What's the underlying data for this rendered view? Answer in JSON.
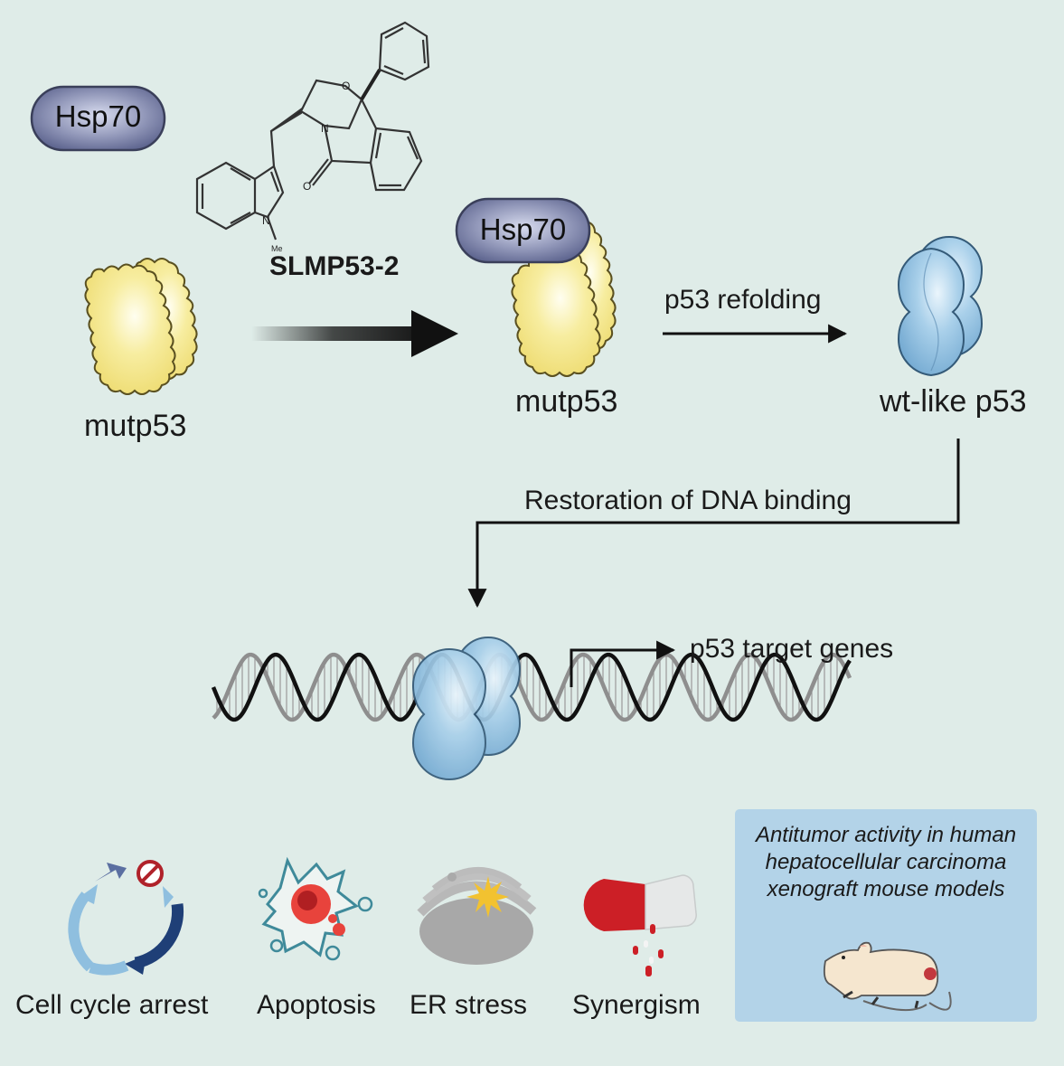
{
  "title": "SLMP53-2 mechanism graphical abstract",
  "colors": {
    "background": "#dfece8",
    "hsp70_fill": "#7d84a8",
    "mutp53_fill": "#f3e690",
    "wt_p53_fill": "#9cc8e4",
    "arrow": "#111111",
    "xenograft_box": "#b3d3e8",
    "cycle_light": "#8fbfdf",
    "cycle_dark": "#1f3f77",
    "apoptosis_red": "#e8433c",
    "pill_red": "#cc1f26"
  },
  "top": {
    "hsp70_free": "Hsp70",
    "compound_name": "SLMP53-2",
    "compound_substituent_labels": [
      "O",
      "N",
      "N",
      "O",
      "Me"
    ],
    "mutp53_left": "mutp53",
    "hsp70_bound": "Hsp70",
    "mutp53_complex": "mutp53",
    "refolding_label": "p53 refolding",
    "wt_like": "wt-like p53"
  },
  "middle": {
    "restoration_label": "Restoration of DNA binding",
    "target_genes_label": "p53 target genes"
  },
  "outcomes": [
    {
      "label": "Cell cycle arrest",
      "icon": "cell-cycle-arrest-icon"
    },
    {
      "label": "Apoptosis",
      "icon": "apoptotic-cell-icon"
    },
    {
      "label": "ER stress",
      "icon": "endoplasmic-reticulum-icon"
    },
    {
      "label": "Synergism",
      "icon": "capsule-pills-icon"
    }
  ],
  "xenograft": {
    "lines": [
      "Antitumor activity in human",
      "hepatocellular carcinoma",
      "xenograft mouse models"
    ],
    "icon": "mouse-tumor-icon"
  }
}
